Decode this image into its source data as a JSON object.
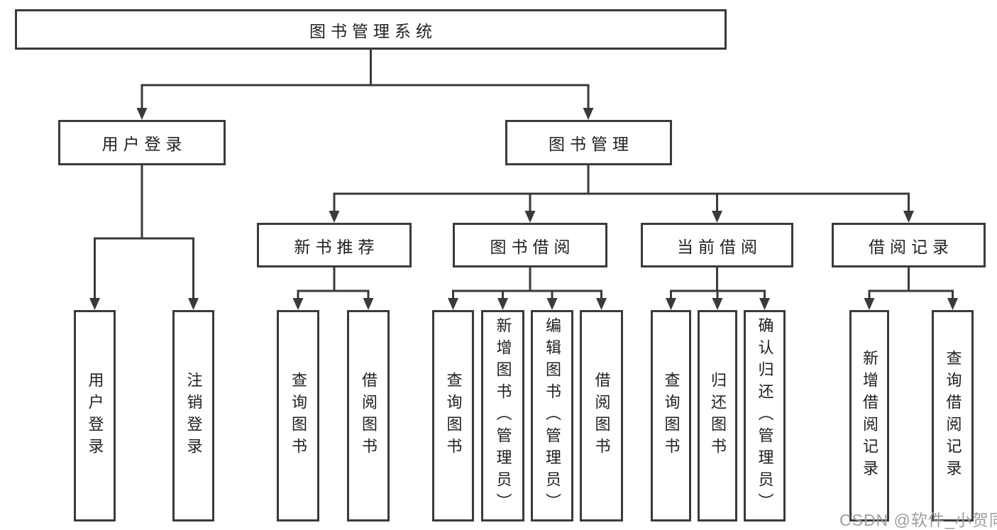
{
  "tree": {
    "root": "图书管理系统",
    "level2": [
      "用户登录",
      "图书管理"
    ],
    "level3": [
      "新书推荐",
      "图书借阅",
      "当前借阅",
      "借阅记录"
    ],
    "leaves": {
      "user_login": [
        "用户登录",
        "注销登录"
      ],
      "new_books": [
        "查询图书",
        "借阅图书"
      ],
      "book_borrow": [
        "查询图书",
        "新增图书（管理员）",
        "编辑图书（管理员）",
        "借阅图书"
      ],
      "current_borrow": [
        "查询图书",
        "归还图书",
        "确认归还（管理员）"
      ],
      "borrow_records": [
        "新增借阅记录",
        "查询借阅记录"
      ]
    }
  },
  "watermark": "CSDN @软件_小贺同学",
  "colors": {
    "line": "#3a3a3a",
    "box_border": "#3a3a3a",
    "text": "#212121",
    "watermark": "#9e9e9e",
    "background": "#ffffff"
  }
}
